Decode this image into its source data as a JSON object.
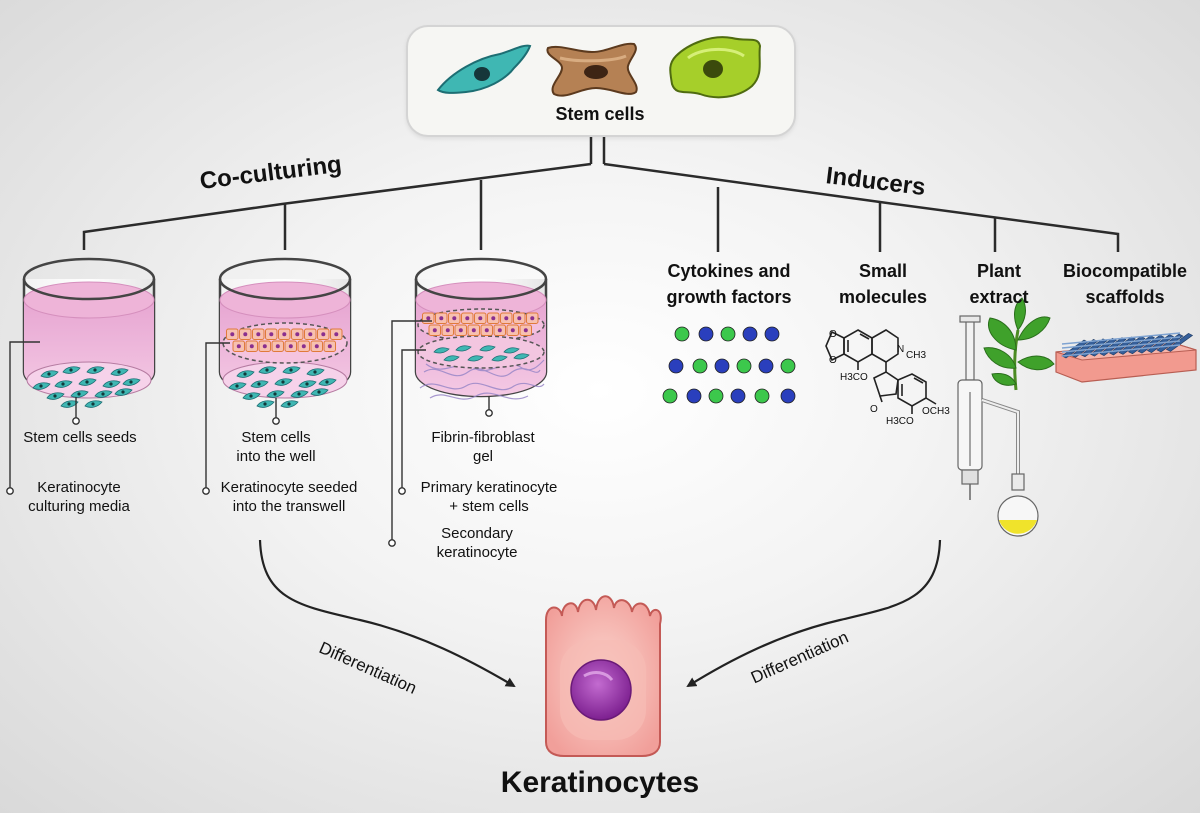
{
  "top": {
    "label": "Stem cells"
  },
  "branches": {
    "left": "Co-culturing",
    "right": "Inducers"
  },
  "wells": [
    {
      "labels": [
        "Stem cells seeds",
        "Keratinocyte\nculturing media"
      ]
    },
    {
      "labels": [
        "Stem cells\ninto the well",
        "Keratinocyte seeded\ninto the transwell"
      ]
    },
    {
      "labels": [
        "Fibrin-fibroblast\ngel",
        "Primary keratinocyte\n+ stem cells",
        "Secondary\nkeratinocyte"
      ]
    }
  ],
  "inducers": [
    {
      "label": "Cytokines and\ngrowth factors",
      "icon": "molecule-dots-icon"
    },
    {
      "label": "Small\nmolecules",
      "icon": "chemical-structure-icon"
    },
    {
      "label": "Plant\nextract",
      "icon": "plant-extraction-apparatus-icon"
    },
    {
      "label": "Biocompatible\nscaffolds",
      "icon": "scaffold-mesh-icon"
    }
  ],
  "structure_labels": {
    "n_methyl": "N",
    "ch3": "CH3",
    "methoxy_left": "H3CO",
    "methoxy_bottom": "H3CO",
    "methoxy_right": "OCH3",
    "oxo": "O"
  },
  "arrows": {
    "left": "Differentiation",
    "right": "Differentiation"
  },
  "result": {
    "label": "Keratinocytes"
  },
  "colors": {
    "media_pink": "#eeb4d8",
    "cell_teal": "#3fb7b3",
    "cell_brown": "#b58154",
    "cell_green": "#a6cf2a",
    "dot_green": "#3cc84c",
    "dot_blue": "#2a3fbd",
    "scaffold_blue": "#355f9a",
    "scaffold_pink": "#f29a8f",
    "keratinocyte_pink": "#f2a3a0",
    "nucleus_purple": "#9a3ba8",
    "flask_yellow": "#f0e32b",
    "leaf_green": "#3fa12b"
  }
}
